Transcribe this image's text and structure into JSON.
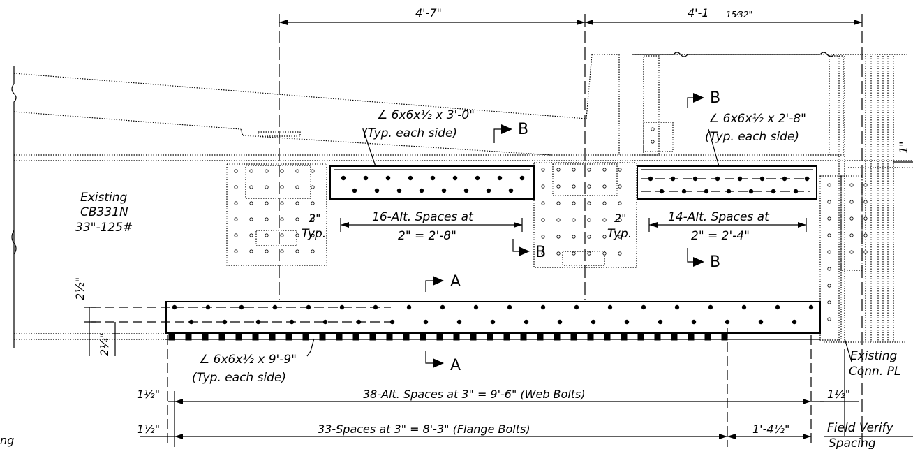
{
  "dims": {
    "top_left": "4'-7\"",
    "top_right_main": "4'-1",
    "top_right_frac": "15⁄32\"",
    "web_bolts": "38-Alt. Spaces at 3\" = 9'-6\" (Web Bolts)",
    "flange_bolts": "33-Spaces at 3\" = 8'-3\" (Flange Bolts)",
    "edge_left_1": "1½\"",
    "edge_left_2": "1½\"",
    "edge_right_1": "1½\"",
    "right_1_4": "1'-4½\"",
    "one_inch": "1\"",
    "two_half": "2½\"",
    "two_quarter": "2¼\"",
    "two_a": "2\"",
    "two_b": "2\""
  },
  "labels": {
    "angle_left_1": "∠ 6x6x½ x 3'-0\"",
    "angle_left_2": "(Typ. each side)",
    "angle_right_1": "∠ 6x6x½ x 2'-8\"",
    "angle_right_2": "(Typ. each side)",
    "angle_bottom_1": "∠ 6x6x½ x 9'-9\"",
    "angle_bottom_2": "(Typ. each side)",
    "spaces_left_1": "16-Alt. Spaces at",
    "spaces_left_2": "2\" = 2'-8\"",
    "spaces_right_1": "14-Alt. Spaces at",
    "spaces_right_2": "2\" = 2'-4\"",
    "typ_a": "Typ.",
    "typ_b": "Typ.",
    "existing_1": "Existing",
    "existing_2": "CB331N",
    "existing_3": "33\"-125#",
    "existing_conn_1": "Existing",
    "existing_conn_2": "Conn. PL",
    "field_verify_1": "Field Verify",
    "field_verify_2": "Spacing",
    "cut_ng": "ng"
  },
  "sections": {
    "a": "A",
    "b": "B"
  }
}
